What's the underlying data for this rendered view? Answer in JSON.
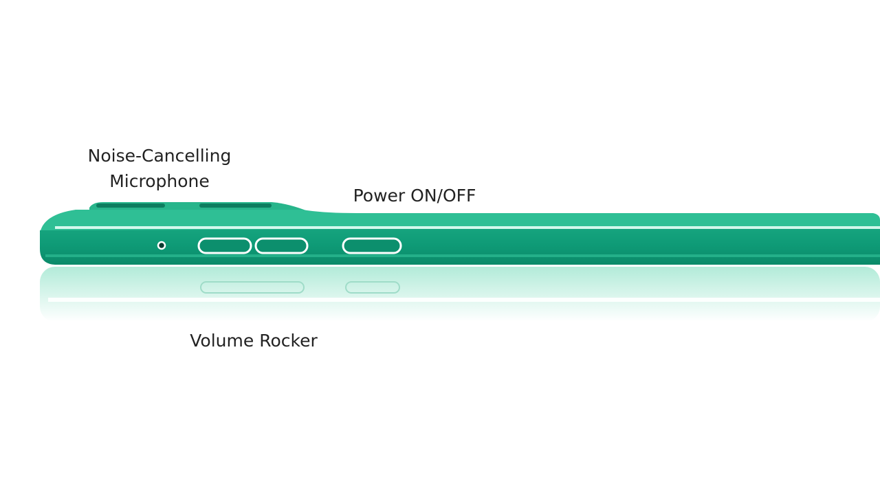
{
  "labels": {
    "microphone_line1": "Noise-Cancelling",
    "microphone_line2": "Microphone",
    "power": "Power ON/OFF",
    "volume": "Volume Rocker"
  },
  "colors": {
    "body": "#0e9a76",
    "top": "#2fc096",
    "reflection": "#bff0e0"
  }
}
